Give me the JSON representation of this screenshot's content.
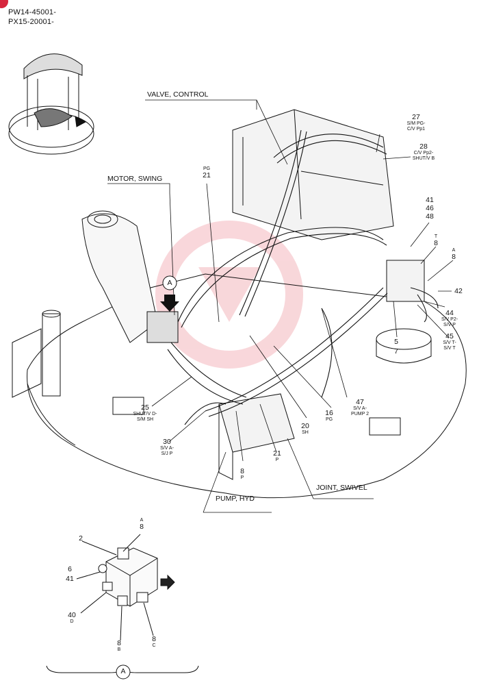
{
  "header": {
    "line1": "PW14-45001-",
    "line2": "PX15-20001-"
  },
  "components": {
    "valve_control": "VALVE, CONTROL",
    "motor_swing": "MOTOR, SWING",
    "pump_hyd": "PUMP, HYD",
    "joint_swivel": "JOINT, SWIVEL"
  },
  "callouts": {
    "c27": {
      "num": "27",
      "desc1": "S/M PG-",
      "desc2": "C/V Pp1"
    },
    "c28": {
      "num": "28",
      "desc1": "C/V Pp2-",
      "desc2": "SHUT/V B"
    },
    "c21_top": {
      "port": "PG",
      "num": "21"
    },
    "c41": "41",
    "c46": "46",
    "c48": "48",
    "t8": {
      "port": "T",
      "num": "8"
    },
    "a8": {
      "port": "A",
      "num": "8"
    },
    "c42": "42",
    "c44": {
      "num": "44",
      "desc1": "S/V P2-",
      "desc2": "S/V P"
    },
    "c45": {
      "num": "45",
      "desc1": "S/V T-",
      "desc2": "S/V T"
    },
    "c5": "5",
    "c7": "7",
    "c47": {
      "num": "47",
      "desc1": "S/V A-",
      "desc2": "PUMP 2"
    },
    "c16": {
      "num": "16",
      "port": "PG"
    },
    "c20": {
      "num": "20",
      "port": "SH"
    },
    "c21_bot": {
      "num": "21",
      "port": "P"
    },
    "c8_bot": {
      "num": "8",
      "port": "P"
    },
    "c25": {
      "num": "25",
      "desc1": "SHUT/V D-",
      "desc2": "S/M SH"
    },
    "c30": {
      "num": "30",
      "desc1": "S/V A-",
      "desc2": "S/J P"
    },
    "view_a": "A"
  },
  "detail": {
    "a8": {
      "port": "A",
      "num": "8"
    },
    "c2": "2",
    "c6": "6",
    "c41": "41",
    "c40": {
      "num": "40",
      "port": "D"
    },
    "b8": {
      "num": "8",
      "port": "B"
    },
    "cc8": {
      "num": "8",
      "port": "C"
    },
    "view_a": "A"
  },
  "colors": {
    "badge": "#d7263d",
    "watermark": "#f4b7bd",
    "line": "#111111"
  }
}
